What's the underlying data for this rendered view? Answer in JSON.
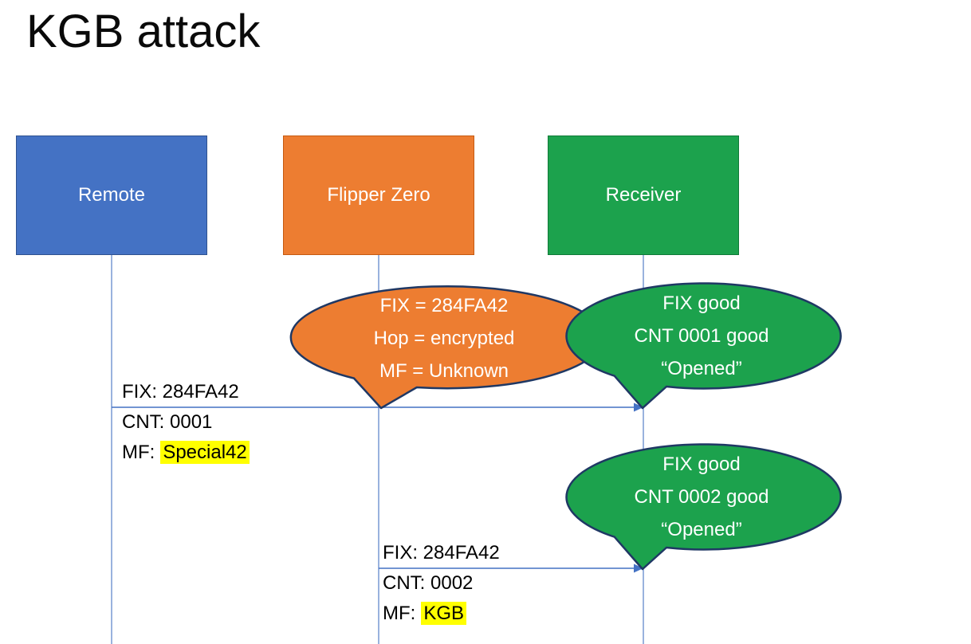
{
  "title": "KGB attack",
  "colors": {
    "remote_blue": "#4472C4",
    "flipper_orange": "#ED7D31",
    "receiver_green": "#1CA24D",
    "callout_border": "#1F3864",
    "arrow_blue": "#4472C4",
    "highlight_yellow": "#FFFF00"
  },
  "actors": [
    {
      "label": "Remote"
    },
    {
      "label": "Flipper Zero"
    },
    {
      "label": "Receiver"
    }
  ],
  "callouts": [
    {
      "owner": "flipper-zero",
      "lines": [
        "FIX = 284FA42",
        "Hop = encrypted",
        "MF = Unknown"
      ]
    },
    {
      "owner": "receiver",
      "lines": [
        "FIX good",
        "CNT 0001 good",
        "“Opened”"
      ]
    },
    {
      "owner": "receiver",
      "lines": [
        "FIX good",
        "CNT 0002 good",
        "“Opened”"
      ]
    }
  ],
  "messages": [
    {
      "fix": "FIX: 284FA42",
      "cnt": "CNT: 0001",
      "mf_prefix": "MF:",
      "mf_value": "Special42"
    },
    {
      "fix": "FIX: 284FA42",
      "cnt": "CNT: 0002",
      "mf_prefix": "MF:",
      "mf_value": "KGB"
    }
  ]
}
